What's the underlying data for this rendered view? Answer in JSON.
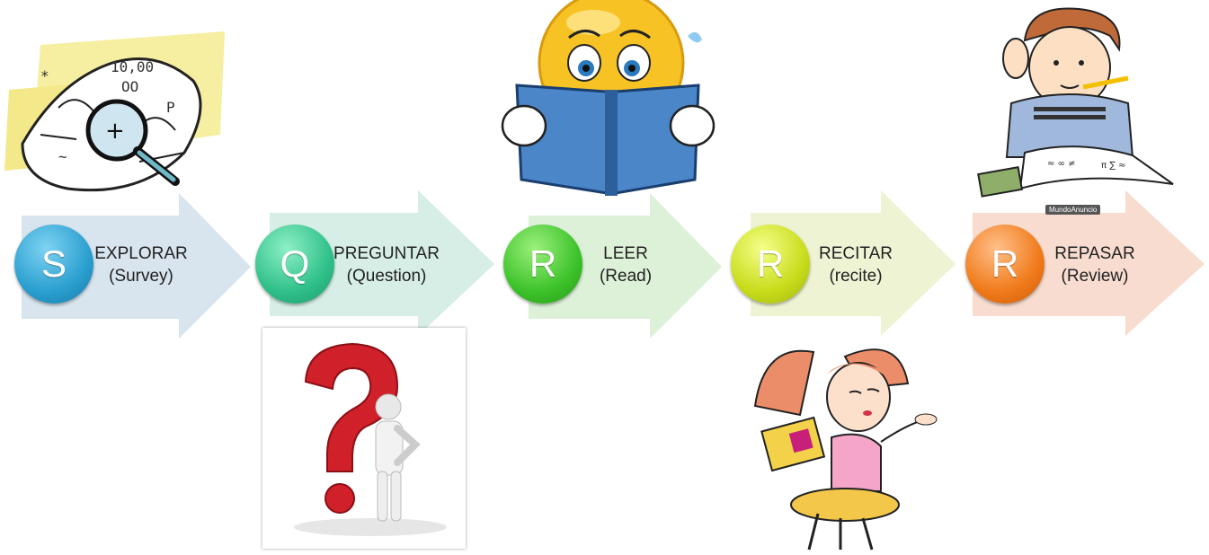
{
  "steps": [
    {
      "letter": "S",
      "title": "EXPLORAR",
      "subtitle": "(Survey)",
      "color": "#2a9fcf",
      "arrow_color": "#d8e4ee"
    },
    {
      "letter": "Q",
      "title": "PREGUNTAR",
      "subtitle": "(Question)",
      "color": "#2fc08a",
      "arrow_color": "#d6eee6"
    },
    {
      "letter": "R",
      "title": "LEER",
      "subtitle": "(Read)",
      "color": "#3cc22a",
      "arrow_color": "#ddf0d8"
    },
    {
      "letter": "R",
      "title": "RECITAR",
      "subtitle": "(recite)",
      "color": "#c8dc1a",
      "arrow_color": "#eef3d4"
    },
    {
      "letter": "R",
      "title": "REPASAR",
      "subtitle": "(Review)",
      "color": "#f07a1a",
      "arrow_color": "#f8dcd0"
    }
  ],
  "illustrations": [
    {
      "name": "map-magnifier",
      "icon": "magnifier-map-icon"
    },
    {
      "name": "question-figure",
      "icon": "question-mark-icon"
    },
    {
      "name": "smiley-reading",
      "icon": "smiley-book-icon"
    },
    {
      "name": "girl-reciting",
      "icon": "girl-reading-icon"
    },
    {
      "name": "boy-studying",
      "icon": "boy-studying-icon"
    }
  ],
  "watermark": "MundoAnuncio"
}
